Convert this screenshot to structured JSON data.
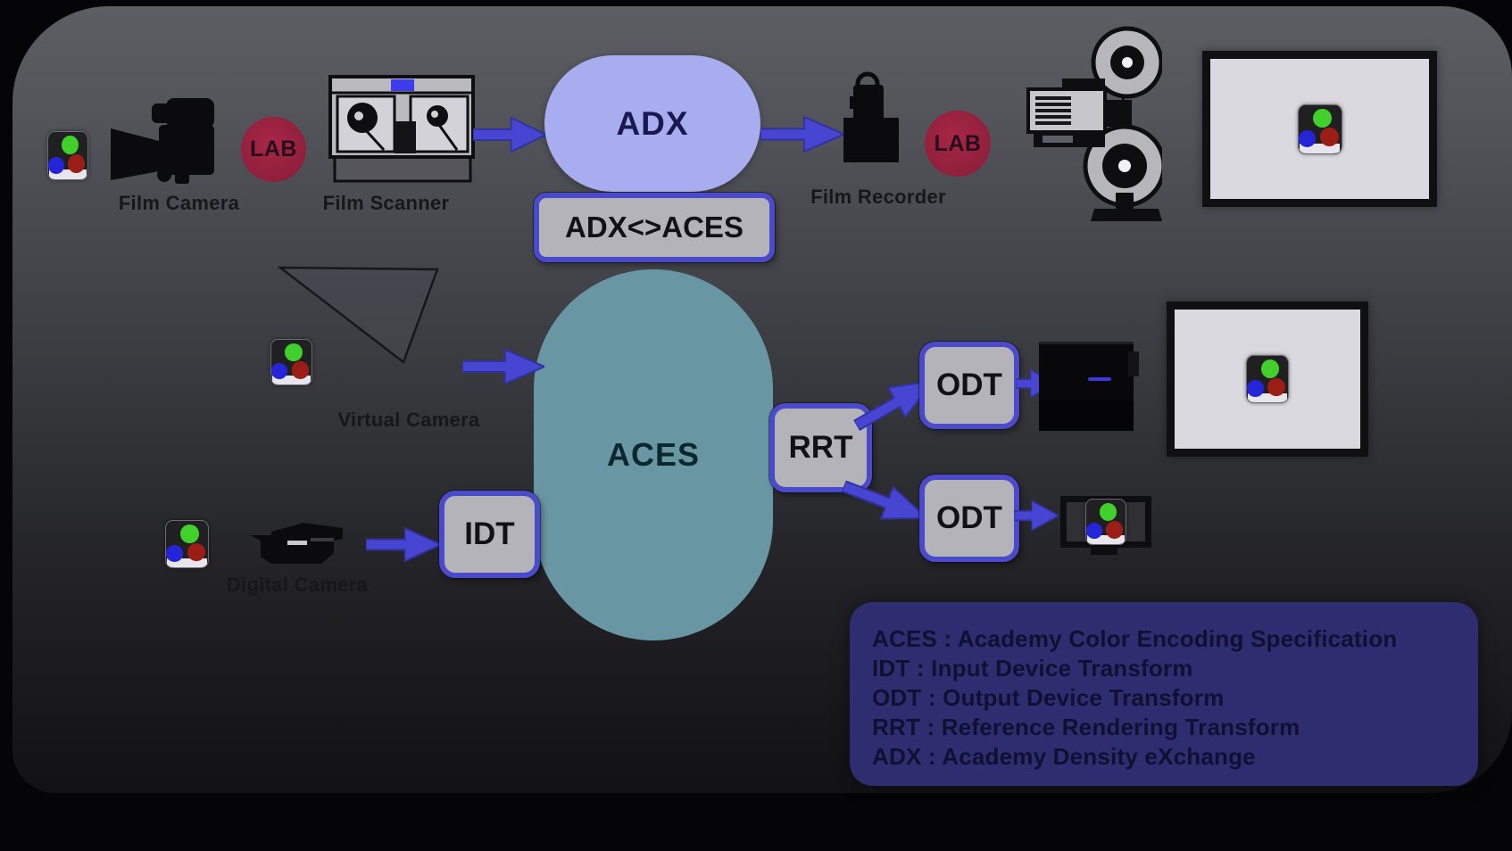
{
  "diagram": {
    "title_context": "ACES color pipeline diagram",
    "nodes": {
      "adx": {
        "label": "ADX"
      },
      "aces": {
        "label": "ACES"
      },
      "adx_aces": {
        "label": "ADX<>ACES"
      },
      "idt": {
        "label": "IDT"
      },
      "rrt": {
        "label": "RRT"
      },
      "odt": {
        "label": "ODT"
      },
      "lab": {
        "label": "LAB"
      }
    },
    "captions": {
      "film_camera": "Film Camera",
      "film_scanner": "Film Scanner",
      "film_recorder": "Film Recorder",
      "virtual_camera": "Virtual Camera",
      "digital_camera": "Digital Camera"
    },
    "legend": {
      "lines": [
        "ACES : Academy Color Encoding Specification",
        "IDT : Input Device Transform",
        "ODT : Output Device Transform",
        "RRT : Reference Rendering Transform",
        "ADX : Academy Density eXchange"
      ]
    },
    "colors": {
      "adx_fill": "#a8adf0",
      "aces_fill": "#6897a3",
      "lab_fill": "#9b2140",
      "process_box_fill": "#b3b3b9",
      "process_box_border": "#4a4acb",
      "arrow_fill": "#4646d2",
      "legend_fill": "#2d2d6f",
      "legend_text": "#101033",
      "screen_fill": "#d9d9df",
      "chip_green": "#42d02c",
      "chip_blue": "#2424d8",
      "chip_red": "#9c1d15"
    }
  }
}
